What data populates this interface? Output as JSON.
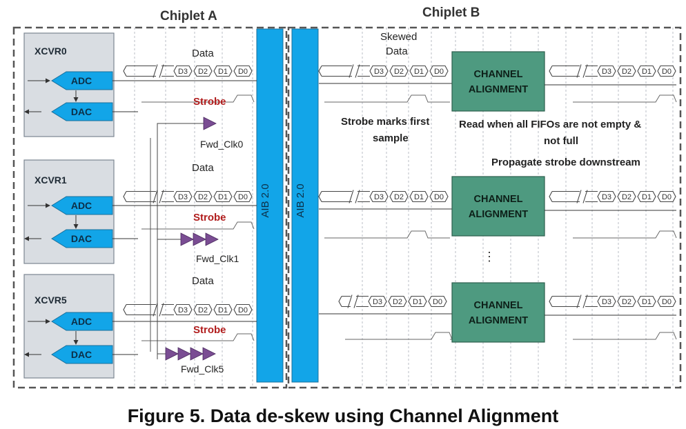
{
  "chiplets": {
    "a": {
      "title": "Chiplet A"
    },
    "b": {
      "title": "Chiplet B"
    }
  },
  "aib": {
    "label": "AIB 2.0"
  },
  "transceivers": [
    {
      "name": "XCVR0",
      "adc": "ADC",
      "dac": "DAC",
      "data_label": "Data",
      "strobe_label": "Strobe",
      "clk_label": "Fwd_Clk0",
      "clk_arrows": 1
    },
    {
      "name": "XCVR1",
      "adc": "ADC",
      "dac": "DAC",
      "data_label": "Data",
      "strobe_label": "Strobe",
      "clk_label": "Fwd_Clk1",
      "clk_arrows": 3
    },
    {
      "name": "XCVR5",
      "adc": "ADC",
      "dac": "DAC",
      "data_label": "Data",
      "strobe_label": "Strobe",
      "clk_label": "Fwd_Clk5",
      "clk_arrows": 4
    }
  ],
  "samples": [
    "D3",
    "D2",
    "D1",
    "D0"
  ],
  "skewed_data_label": [
    "Skewed",
    "Data"
  ],
  "channel_alignment": {
    "line1": "CHANNEL",
    "line2": "ALIGNMENT"
  },
  "annotations": {
    "strobe_first": [
      "Strobe marks first",
      "sample"
    ],
    "read_rule": [
      "Read when all FIFOs are not empty &",
      "not full"
    ],
    "propagate": "Propagate strobe downstream",
    "ellipsis": "⋮"
  },
  "caption": "Figure 5. Data de-skew using Channel Alignment",
  "colors": {
    "aib": "#12a5e8",
    "converter": "#12a5e8",
    "xcvr_box": "#d9dde2",
    "channel_alignment": "#4e9a80",
    "clock_arrow": "#7a4d93",
    "strobe_text": "#b11d1d"
  }
}
